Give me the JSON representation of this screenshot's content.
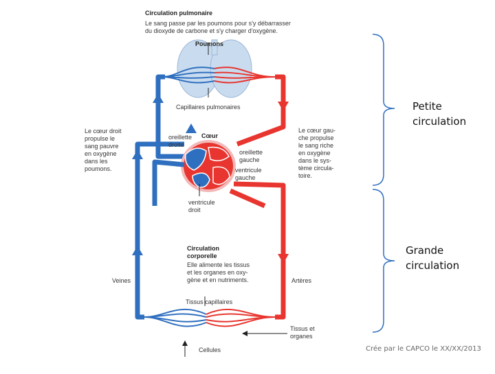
{
  "colors": {
    "red": "#e8352f",
    "blue": "#2f6fbf",
    "lung": "#c9dcef",
    "heart_pink": "#f3b8b8"
  },
  "pulmonary": {
    "title": "Circulation pulmonaire",
    "line1": "Le sang passe par les poumons pour s'y débarrasser",
    "line2": "du dioxyde de carbone et s'y charger d'oxygène.",
    "lungs_label": "Poumons",
    "capillaries_label": "Capillaires pulmonaires"
  },
  "heart": {
    "title": "Cœur",
    "oreillette_droite": [
      "oreillette",
      "droite"
    ],
    "oreillette_gauche": [
      "oreillette",
      "gauche"
    ],
    "ventricule_gauche": [
      "ventricule",
      "gauche"
    ],
    "ventricule_droit": [
      "ventricule",
      "droit"
    ]
  },
  "left_note": [
    "Le cœur droit",
    "propulse le",
    "sang pauvre",
    "en oxygène",
    "dans les",
    "poumons."
  ],
  "right_note": [
    "Le cœur gau-",
    "che propulse",
    "le sang riche",
    "en oxygène",
    "dans le sys-",
    "tème circula-",
    "toire."
  ],
  "systemic": {
    "title_line1": "Circulation",
    "title_line2": "corporelle",
    "text": [
      "Elle alimente les tissus",
      "et les organes en oxy-",
      "gène et en nutriments."
    ],
    "veins_label": "Veines",
    "arteries_label": "Artères",
    "capillaries_label": "Tissus capillaires",
    "organs_label": [
      "Tissus et",
      "organes"
    ],
    "cells_label": "Cellules"
  },
  "brackets": {
    "petite": [
      "Petite",
      "circulation"
    ],
    "grande": [
      "Grande",
      "circulation"
    ]
  },
  "credit": "Crée par le CAPCO le XX/XX/2013"
}
